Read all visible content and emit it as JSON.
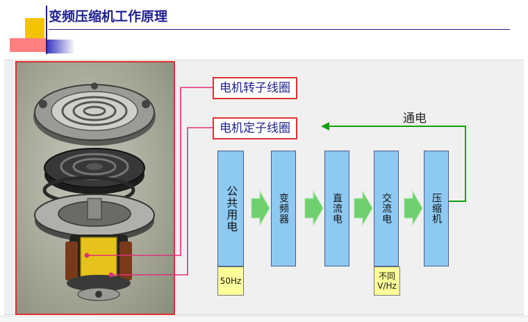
{
  "title": "变频压缩机工作原理",
  "labels": {
    "rotor": "电机转子线圈",
    "stator": "电机定子线圈",
    "power_on": "通电"
  },
  "stages": [
    {
      "text": "公共用电",
      "tag": "50Hz"
    },
    {
      "text": "变频器"
    },
    {
      "text": "直流电"
    },
    {
      "text": "交流电",
      "tag_line1": "不同",
      "tag_line2": "V/Hz"
    },
    {
      "text": "压缩机"
    }
  ],
  "colors": {
    "title": "#1f1f8f",
    "box_border": "#e03030",
    "stage_fill": "#8ec9f2",
    "tag_fill": "#ffff99",
    "arrow_green": "#10a010",
    "leader_line": "#e0307a"
  },
  "icons": {
    "flow_arrow": "green-chevron-arrow",
    "compressor": "exploded-compressor-illustration"
  }
}
